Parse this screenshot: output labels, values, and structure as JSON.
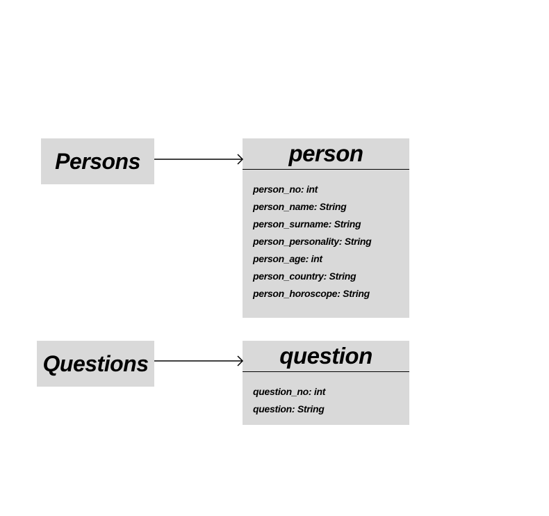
{
  "entities": [
    {
      "label": "Persons",
      "class_name": "person",
      "attributes": [
        "person_no: int",
        "person_name: String",
        "person_surname: String",
        "person_personality: String",
        "person_age: int",
        "person_country: String",
        "person_horoscope: String"
      ]
    },
    {
      "label": "Questions",
      "class_name": "question",
      "attributes": [
        "question_no: int",
        "question: String"
      ]
    }
  ],
  "colors": {
    "box_fill": "#d9d9d9",
    "line": "#000000"
  }
}
